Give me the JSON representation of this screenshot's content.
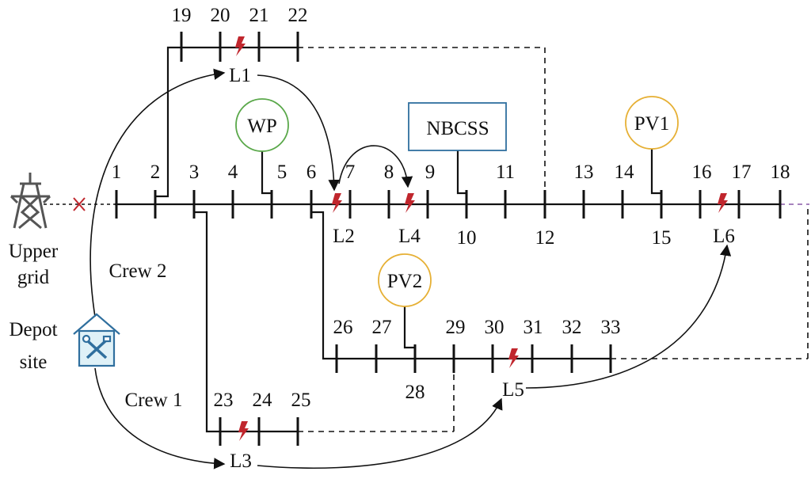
{
  "buses": {
    "b1": "1",
    "b2": "2",
    "b3": "3",
    "b4": "4",
    "b5": "5",
    "b6": "6",
    "b7": "7",
    "b8": "8",
    "b9": "9",
    "b10": "10",
    "b11": "11",
    "b12": "12",
    "b13": "13",
    "b14": "14",
    "b15": "15",
    "b16": "16",
    "b17": "17",
    "b18": "18",
    "b19": "19",
    "b20": "20",
    "b21": "21",
    "b22": "22",
    "b23": "23",
    "b24": "24",
    "b25": "25",
    "b26": "26",
    "b27": "27",
    "b28": "28",
    "b29": "29",
    "b30": "30",
    "b31": "31",
    "b32": "32",
    "b33": "33"
  },
  "faults": {
    "L1": "L1",
    "L2": "L2",
    "L3": "L3",
    "L4": "L4",
    "L5": "L5",
    "L6": "L6"
  },
  "sources": {
    "wp": "WP",
    "pv1": "PV1",
    "pv2": "PV2",
    "nbcss": "NBCSS"
  },
  "labels": {
    "upper_grid_line1": "Upper",
    "upper_grid_line2": "grid",
    "depot_line1": "Depot",
    "depot_line2": "site",
    "crew1": "Crew 1",
    "crew2": "Crew 2"
  },
  "colors": {
    "line": "#111111",
    "fault": "#c0262d",
    "wp_circle": "#5aa84a",
    "pv_circle": "#e6b035",
    "nbcss_box": "#2f6f9e",
    "tower": "#555555",
    "open_breaker": "#c0262d",
    "depot_icon": "#2f6f9e",
    "purple_tie": "#8a5aa8"
  }
}
